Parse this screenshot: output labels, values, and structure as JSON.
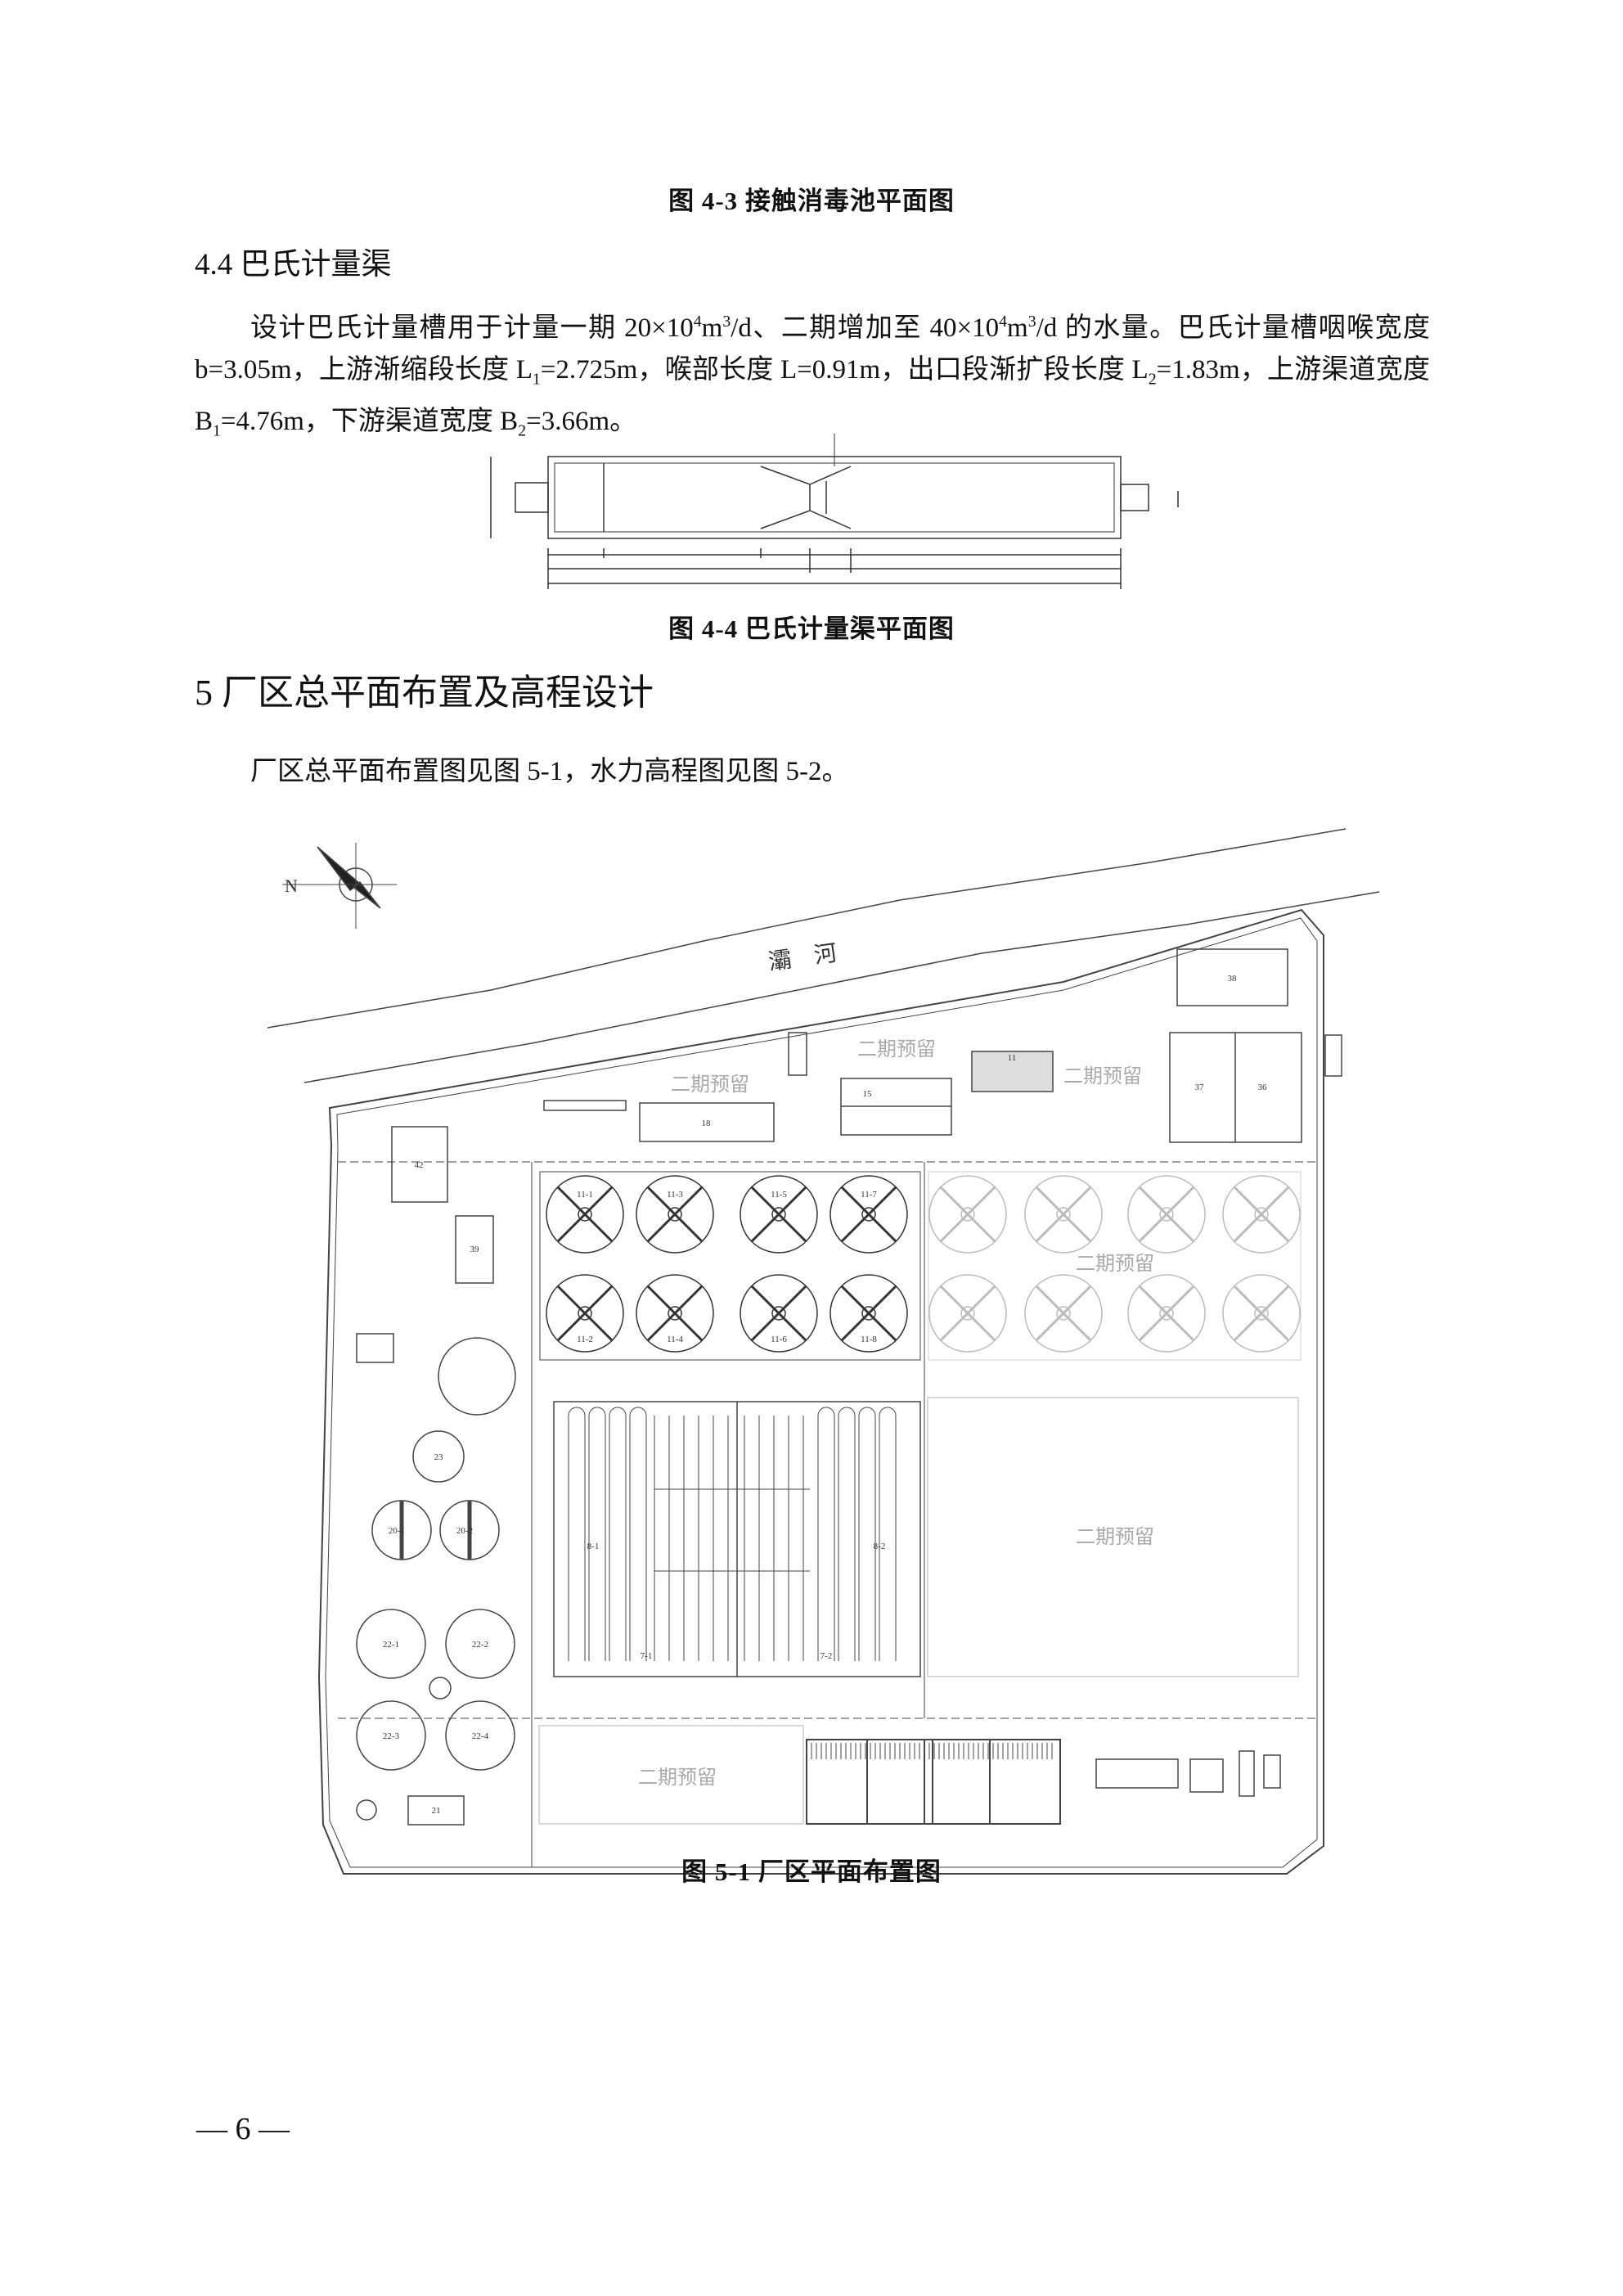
{
  "captions": {
    "fig_4_3": "图 4-3 接触消毒池平面图",
    "fig_4_4": "图 4-4 巴氏计量渠平面图",
    "fig_5_1": "图 5-1 厂区平面布置图"
  },
  "section_4_4": {
    "heading": "4.4 巴氏计量渠",
    "p1": "设计巴氏计量槽用于计量一期 20×10",
    "p2": "m",
    "p3": "/d、二期增加至 40×10",
    "p4": "m",
    "p5": "/d 的水量。巴氏计量槽咽喉宽度 b=3.05m，上游渐缩段长度 L",
    "p6": "=2.725m，喉部长度 L=0.91m，出口段渐扩段长度 L",
    "p7": "=1.83m，上游渠道宽度 B",
    "p8": "=4.76m，下游渠道宽度 B",
    "p9": "=3.66m。",
    "sup4": "4",
    "sup3": "3",
    "sub1": "1",
    "sub2": "2"
  },
  "section_5": {
    "heading": "5  厂区总平面布置及高程设计",
    "para": "厂区总平面布置图见图 5-1，水力高程图见图 5-2。"
  },
  "site_plan": {
    "river": "灞　河",
    "reserved": "二期预留",
    "north": "N",
    "unit_labels": [
      "11-1",
      "11-3",
      "11-5",
      "11-7",
      "11-2",
      "11-4",
      "11-6",
      "11-8",
      "7-1",
      "7-2",
      "8-1",
      "8-2",
      "42",
      "39",
      "38",
      "37",
      "36",
      "18",
      "15",
      "11",
      "21",
      "22-1",
      "22-2",
      "22-3",
      "22-4",
      "23",
      "20-1",
      "20-2"
    ]
  },
  "page_number": "— 6 —"
}
